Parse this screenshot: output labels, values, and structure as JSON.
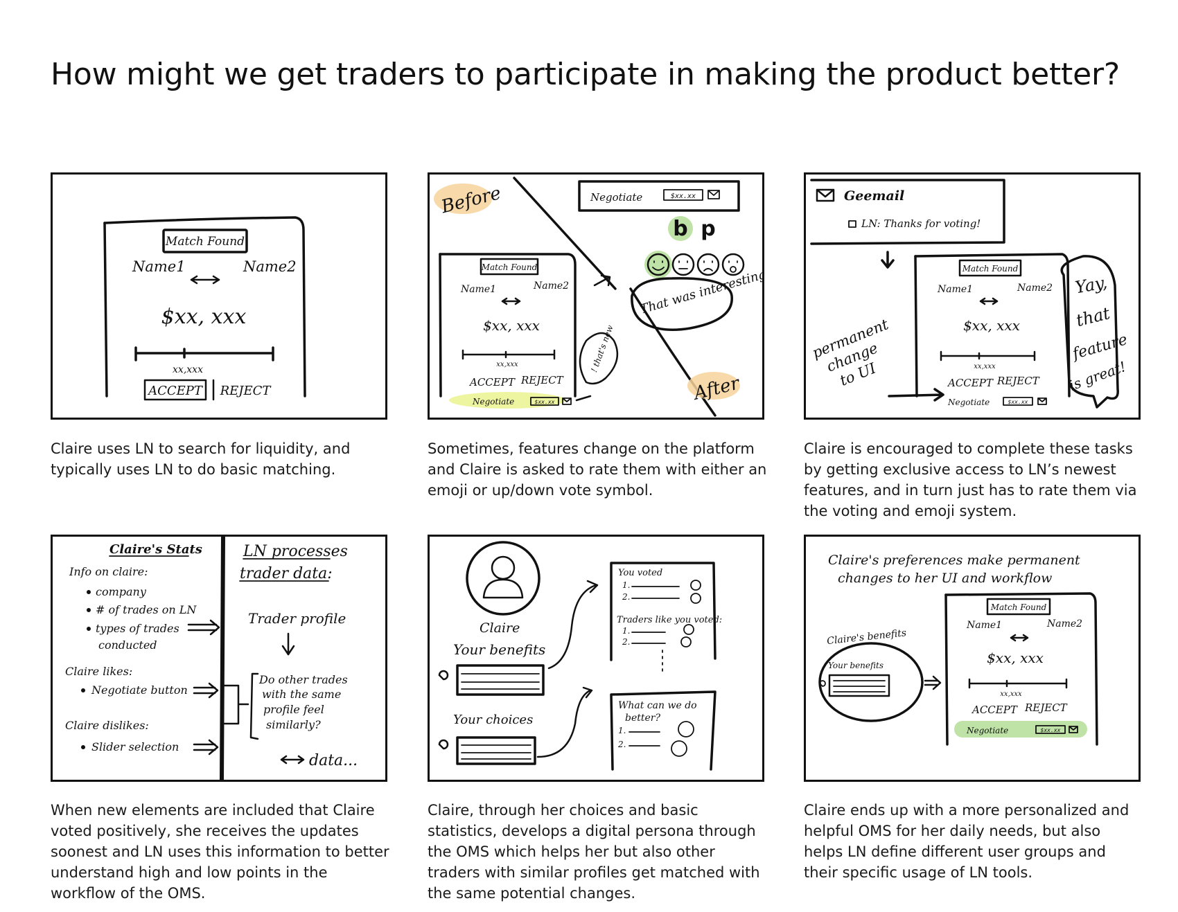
{
  "title": "How might we get traders to participate in making the product better?",
  "ui": {
    "match_found": "Match Found",
    "name1": "Name1",
    "name2": "Name2",
    "price": "$xx, xxx",
    "range_value": "xx,xxx",
    "accept": "ACCEPT",
    "reject": "REJECT",
    "negotiate": "Negotiate",
    "price_chip": "$xx.xx"
  },
  "panel2": {
    "before": "Before",
    "after": "After",
    "bubble1": "That was interesting!",
    "bubble2": "! that's new"
  },
  "panel3": {
    "mail_app": "Geemail",
    "mail_subject": "LN: Thanks for voting!",
    "perm_change": [
      "permanent",
      "change",
      "to UI"
    ],
    "bubble": [
      "Yay,",
      "that",
      "feature",
      "is great!"
    ]
  },
  "panel4": {
    "stats_title": "Claire's Stats",
    "info_head": "Info on claire:",
    "info_items": [
      "company",
      "# of trades on LN",
      "types of trades",
      "conducted"
    ],
    "likes_head": "Claire likes:",
    "likes_item": "Negotiate button",
    "dislikes_head": "Claire dislikes:",
    "dislikes_item": "Slider selection",
    "process_title": [
      "LN processes",
      "trader data:"
    ],
    "trader_profile": "Trader profile",
    "question": [
      "Do other trades",
      "with the same",
      "profile feel",
      "similarly?"
    ],
    "data": "data..."
  },
  "panel5": {
    "name": "Claire",
    "benefits": "Your benefits",
    "choices": "Your choices",
    "voted": "You voted",
    "traders_like": "Traders like you voted:",
    "improve": [
      "What can we do",
      "better?"
    ],
    "num1": "1.",
    "num2": "2."
  },
  "panel6": {
    "heading": [
      "Claire's preferences make permanent",
      "changes to her UI and workflow"
    ],
    "benefits_label": "Claire's benefits",
    "your_benefits": "Your benefits"
  },
  "captions": [
    "Claire uses LN to search for liquidity, and typically uses LN to do basic matching.",
    "Sometimes, features change on the platform and Claire is asked to rate them with either an emoji or up/down vote symbol.",
    "Claire is encouraged to complete these tasks by getting exclusive access to LN’s newest features, and in turn just has to rate them via the voting and emoji system.",
    "When new elements are included that Claire voted positively, she receives the updates soonest and LN uses this information to better understand high and low points in the workflow of the OMS.",
    "Claire, through her choices and basic statistics, develops a digital persona through the OMS which helps her but also other traders with similar profiles get matched with the same potential changes.",
    "Claire ends up with a more personalized and helpful OMS for her daily needs, but also helps LN define different user groups and their specific usage of LN tools."
  ],
  "colors": {
    "highlight_orange": "#f7d29a",
    "highlight_green": "#bfe3a6",
    "highlight_yellow": "#eef5a0"
  }
}
